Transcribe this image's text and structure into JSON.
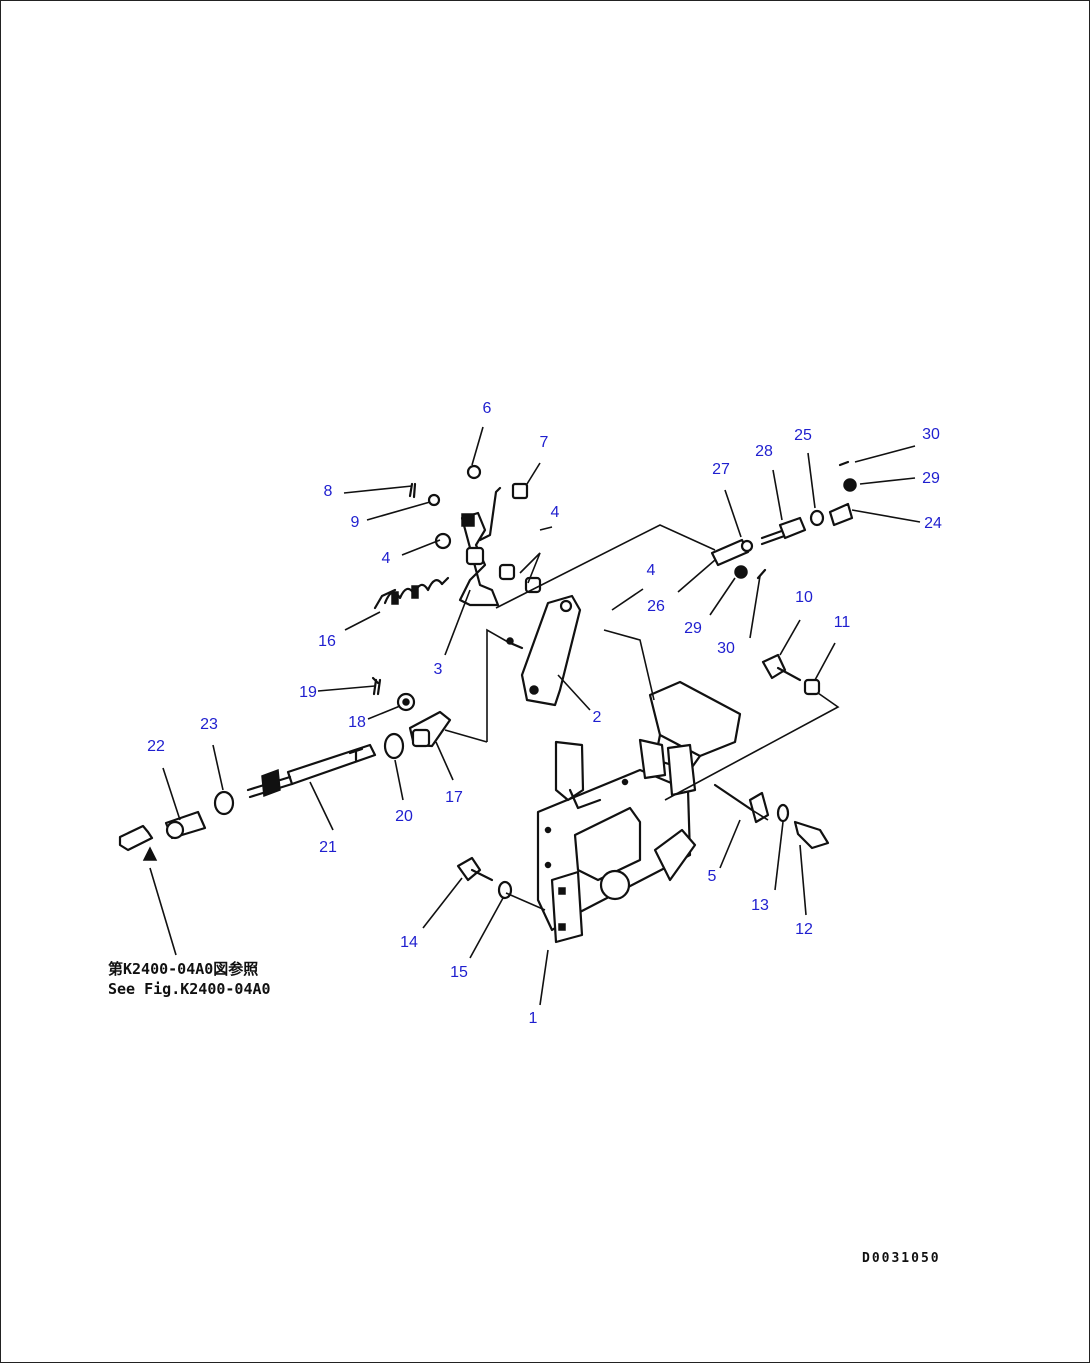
{
  "callouts": {
    "c1": "1",
    "c2": "2",
    "c3": "3",
    "c4a": "4",
    "c4b": "4",
    "c4c": "4",
    "c5": "5",
    "c6": "6",
    "c7": "7",
    "c8": "8",
    "c9": "9",
    "c10": "10",
    "c11": "11",
    "c12": "12",
    "c13": "13",
    "c14": "14",
    "c15": "15",
    "c16": "16",
    "c17": "17",
    "c18": "18",
    "c19": "19",
    "c20": "20",
    "c21": "21",
    "c22": "22",
    "c23": "23",
    "c24": "24",
    "c25": "25",
    "c26": "26",
    "c27": "27",
    "c28": "28",
    "c29a": "29",
    "c29b": "29",
    "c30a": "30",
    "c30b": "30"
  },
  "reference_note": {
    "line1": "第K2400-04A0図参照",
    "line2": "See Fig.K2400-04A0"
  },
  "figure_id": "D0031050",
  "colors": {
    "callout": "#1f1fcf",
    "line": "#111111",
    "background": "#ffffff"
  }
}
